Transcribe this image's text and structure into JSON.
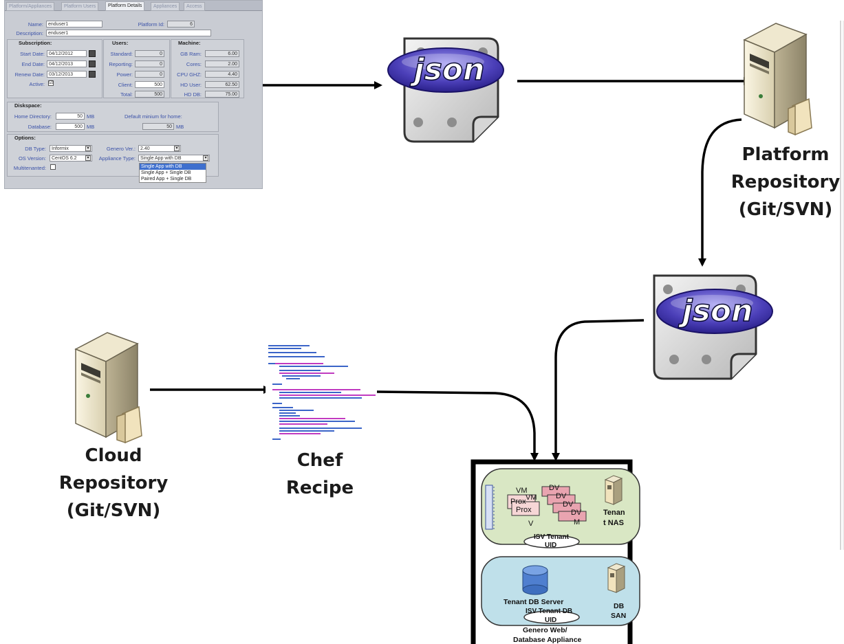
{
  "form": {
    "tabs": [
      "Platform/Appliances",
      "Platform Users",
      "Platform Details",
      "Appliances",
      "Access"
    ],
    "active_tab": "Platform Details",
    "name_label": "Name:",
    "name_value": "enduser1",
    "platform_id_label": "Platform Id:",
    "platform_id_value": "6",
    "description_label": "Description:",
    "description_value": "enduser1",
    "subscription": {
      "header": "Subscription:",
      "start_label": "Start Date:",
      "start_value": "04/12/2012",
      "end_label": "End Date:",
      "end_value": "04/12/2013",
      "renew_label": "Renew Date:",
      "renew_value": "03/12/2013",
      "active_label": "Active:",
      "active_checked": "☑"
    },
    "users": {
      "header": "Users:",
      "standard_label": "Standard:",
      "standard_value": "0",
      "reporting_label": "Reporting:",
      "reporting_value": "0",
      "power_label": "Power:",
      "power_value": "0",
      "client_label": "Client:",
      "client_value": "500",
      "total_label": "Total:",
      "total_value": "500"
    },
    "machine": {
      "header": "Machine:",
      "ram_label": "GB Ram:",
      "ram_value": "6.00",
      "cores_label": "Cores:",
      "cores_value": "2.00",
      "cpu_label": "CPU GHZ:",
      "cpu_value": "4.40",
      "hduser_label": "HD User:",
      "hduser_value": "62.50",
      "hddb_label": "HD DB:",
      "hddb_value": "75.00"
    },
    "diskspace": {
      "header": "Diskspace:",
      "home_label": "Home Directory:",
      "home_value": "50",
      "home_unit": "MB",
      "db_label": "Database:",
      "db_value": "500",
      "db_unit": "MB",
      "default_label": "Default minium for home:",
      "default_value": "50",
      "default_unit": "MB"
    },
    "options": {
      "header": "Options:",
      "dbtype_label": "DB Type:",
      "dbtype_value": "Informix",
      "genero_label": "Genero Ver.:",
      "genero_value": "2.40",
      "os_label": "OS Version:",
      "os_value": "CentOS 6.2",
      "appliance_label": "Appliance Type:",
      "appliance_value": "Single App with DB",
      "multitenanted_label": "Multitenanted:",
      "dropdown_options": [
        "Single App with DB",
        "Single App + Single DB",
        "Paired App + Single DB"
      ]
    }
  },
  "json_label": "json",
  "platform_repo": {
    "line1": "Platform",
    "line2": "Repository",
    "line3": "(Git/SVN)"
  },
  "cloud_repo": {
    "line1": "Cloud",
    "line2": "Repository",
    "line3": "(Git/SVN)"
  },
  "chef": {
    "line1": "Chef",
    "line2": "Recipe"
  },
  "appliance": {
    "vm1": "VM",
    "prox1": "Prox",
    "vm2": "VM",
    "prox2": "Prox",
    "v": "V",
    "dv1": "DV",
    "dv2": "DV",
    "dv3": "DV",
    "dv4": "DV",
    "m": "M",
    "tenant_nas_1": "Tenan",
    "tenant_nas_2": "t NAS",
    "isv_uid_1": "ISV Tenant",
    "isv_uid_2": "UID",
    "tenant_db_server": "Tenant DB Server",
    "isv_db_uid_1": "ISV Tenant DB",
    "isv_db_uid_2": "UID",
    "db_san_1": "DB",
    "db_san_2": "SAN",
    "footer_1": "Genero Web/",
    "footer_2": "Database Appliance"
  },
  "colors": {
    "json_oval": "#4b3fb8",
    "tenant_green": "#d9e7c4",
    "tenant_blue": "#bfe0ea",
    "arrow": "#000000"
  }
}
